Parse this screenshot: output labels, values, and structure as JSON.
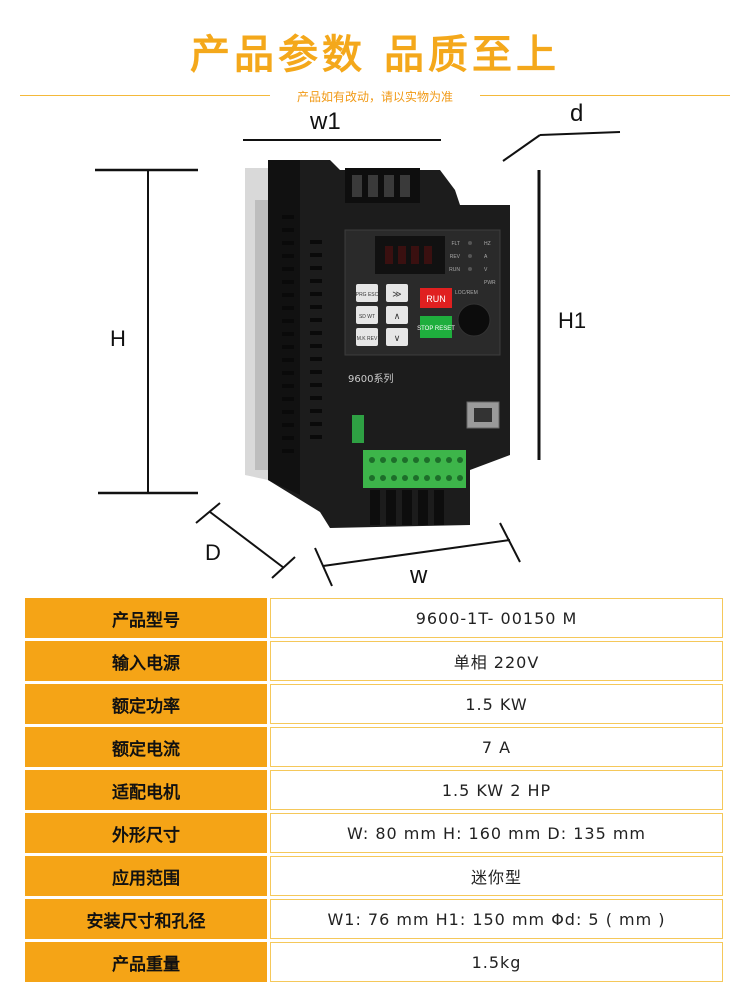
{
  "header": {
    "title": "产品参数  品质至上",
    "subtitle": "产品如有改动，请以实物为准"
  },
  "diagram": {
    "labels": {
      "w1": "w1",
      "d": "d",
      "H": "H",
      "H1": "H1",
      "D": "D",
      "W": "w"
    },
    "device": {
      "keys": [
        "PRG ESC",
        "SD WT",
        "M.K REV",
        "≫",
        "∧",
        "∨"
      ],
      "run_key": "RUN",
      "stop_key": "STOP RESET",
      "indicators": [
        "FLT",
        "REV",
        "RUN",
        "HZ",
        "A",
        "V",
        "PWR"
      ],
      "loc_rem": "LOC/REM",
      "series": "9600系列"
    }
  },
  "specs": [
    {
      "label": "产品型号",
      "value": "9600-1T- 00150 M"
    },
    {
      "label": "输入电源",
      "value": "单相 220V"
    },
    {
      "label": "额定功率",
      "value": "1.5 KW"
    },
    {
      "label": "额定电流",
      "value": "7 A"
    },
    {
      "label": "适配电机",
      "value": "1.5 KW 2 HP"
    },
    {
      "label": "外形尺寸",
      "value": "W: 80 mm  H: 160 mm  D: 135 mm"
    },
    {
      "label": "应用范围",
      "value": "迷你型"
    },
    {
      "label": "安装尺寸和孔径",
      "value": "W1: 76 mm  H1: 150 mm  Φd: 5 ( mm )"
    },
    {
      "label": "产品重量",
      "value": "1.5kg"
    }
  ]
}
